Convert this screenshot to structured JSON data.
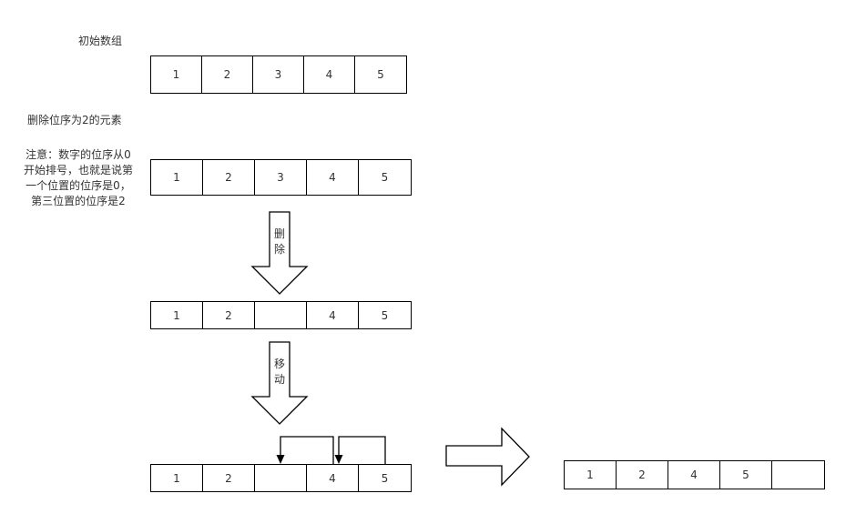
{
  "labels": {
    "initial_array": "初始数组",
    "delete_title": "删除位序为2的元素",
    "note": "注意：数字的位序从0开始排号，也就是说第一个位置的位序是0，第三位置的位序是2"
  },
  "arrows": {
    "delete": [
      "删",
      "除"
    ],
    "move": [
      "移",
      "动"
    ]
  },
  "rows": {
    "initial": [
      "1",
      "2",
      "3",
      "4",
      "5"
    ],
    "before_delete": [
      "1",
      "2",
      "3",
      "4",
      "5"
    ],
    "after_delete": [
      "1",
      "2",
      "",
      "4",
      "5"
    ],
    "moving": [
      "1",
      "2",
      "",
      "4",
      "5"
    ],
    "result": [
      "1",
      "2",
      "4",
      "5",
      ""
    ]
  }
}
